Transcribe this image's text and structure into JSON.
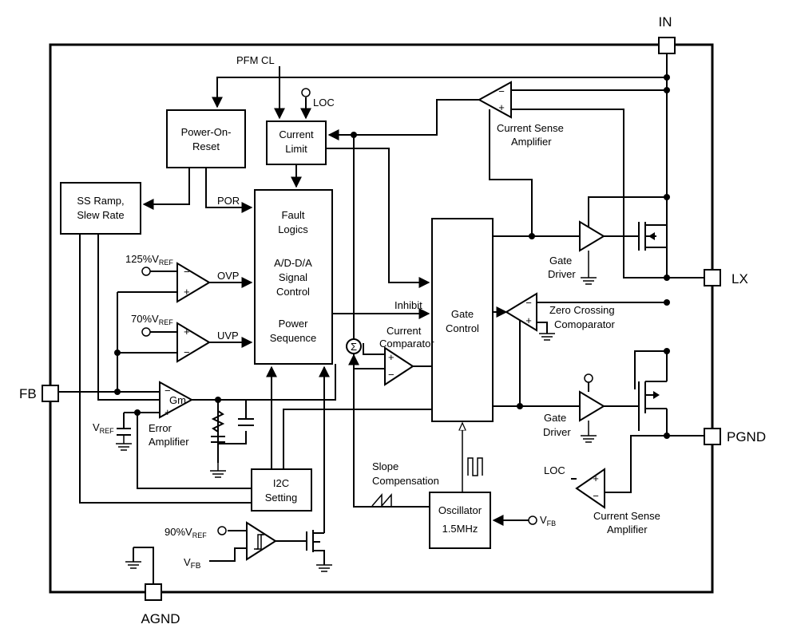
{
  "pins": {
    "in": "IN",
    "lx": "LX",
    "pgnd": "PGND",
    "fb": "FB",
    "agnd": "AGND"
  },
  "blocks": {
    "power_on_reset": [
      "Power-On-",
      "Reset"
    ],
    "current_limit": [
      "Current",
      "Limit"
    ],
    "ss_ramp": [
      "SS Ramp,",
      "Slew Rate"
    ],
    "fault_logic": [
      "Fault",
      "Logics",
      "A/D-D/A",
      "Signal",
      "Control",
      "Power",
      "Sequence"
    ],
    "gate_control": [
      "Gate",
      "Control"
    ],
    "i2c": [
      "I2C",
      "Setting"
    ],
    "oscillator": [
      "Oscillator",
      "1.5MHz"
    ]
  },
  "labels": {
    "pfm_cl": "PFM CL",
    "loc_top": "LOC",
    "loc_bottom": "LOC",
    "por": "POR",
    "ovp": "OVP",
    "uvp": "UVP",
    "inhibit": "Inhibit",
    "ovp_ref": "125%V",
    "uvp_ref": "70%V",
    "pg_ref": "90%V",
    "ref_sub": "REF",
    "vref_base": "V",
    "vfb_base": "V",
    "fb_sub": "FB",
    "current_sense_top": [
      "Current Sense",
      "Amplifier"
    ],
    "current_sense_bottom": [
      "Current Sense",
      "Amplifier"
    ],
    "gate_driver_top": [
      "Gate",
      "Driver"
    ],
    "gate_driver_bottom": [
      "Gate",
      "Driver"
    ],
    "zero_crossing": [
      "Zero Crossing",
      "Comoparator"
    ],
    "current_comparator": [
      "Current",
      "Comparator"
    ],
    "error_amp": [
      "Error",
      "Amplifier"
    ],
    "gm": "Gm",
    "slope": [
      "Slope",
      "Compensation"
    ],
    "sigma": "Σ"
  }
}
